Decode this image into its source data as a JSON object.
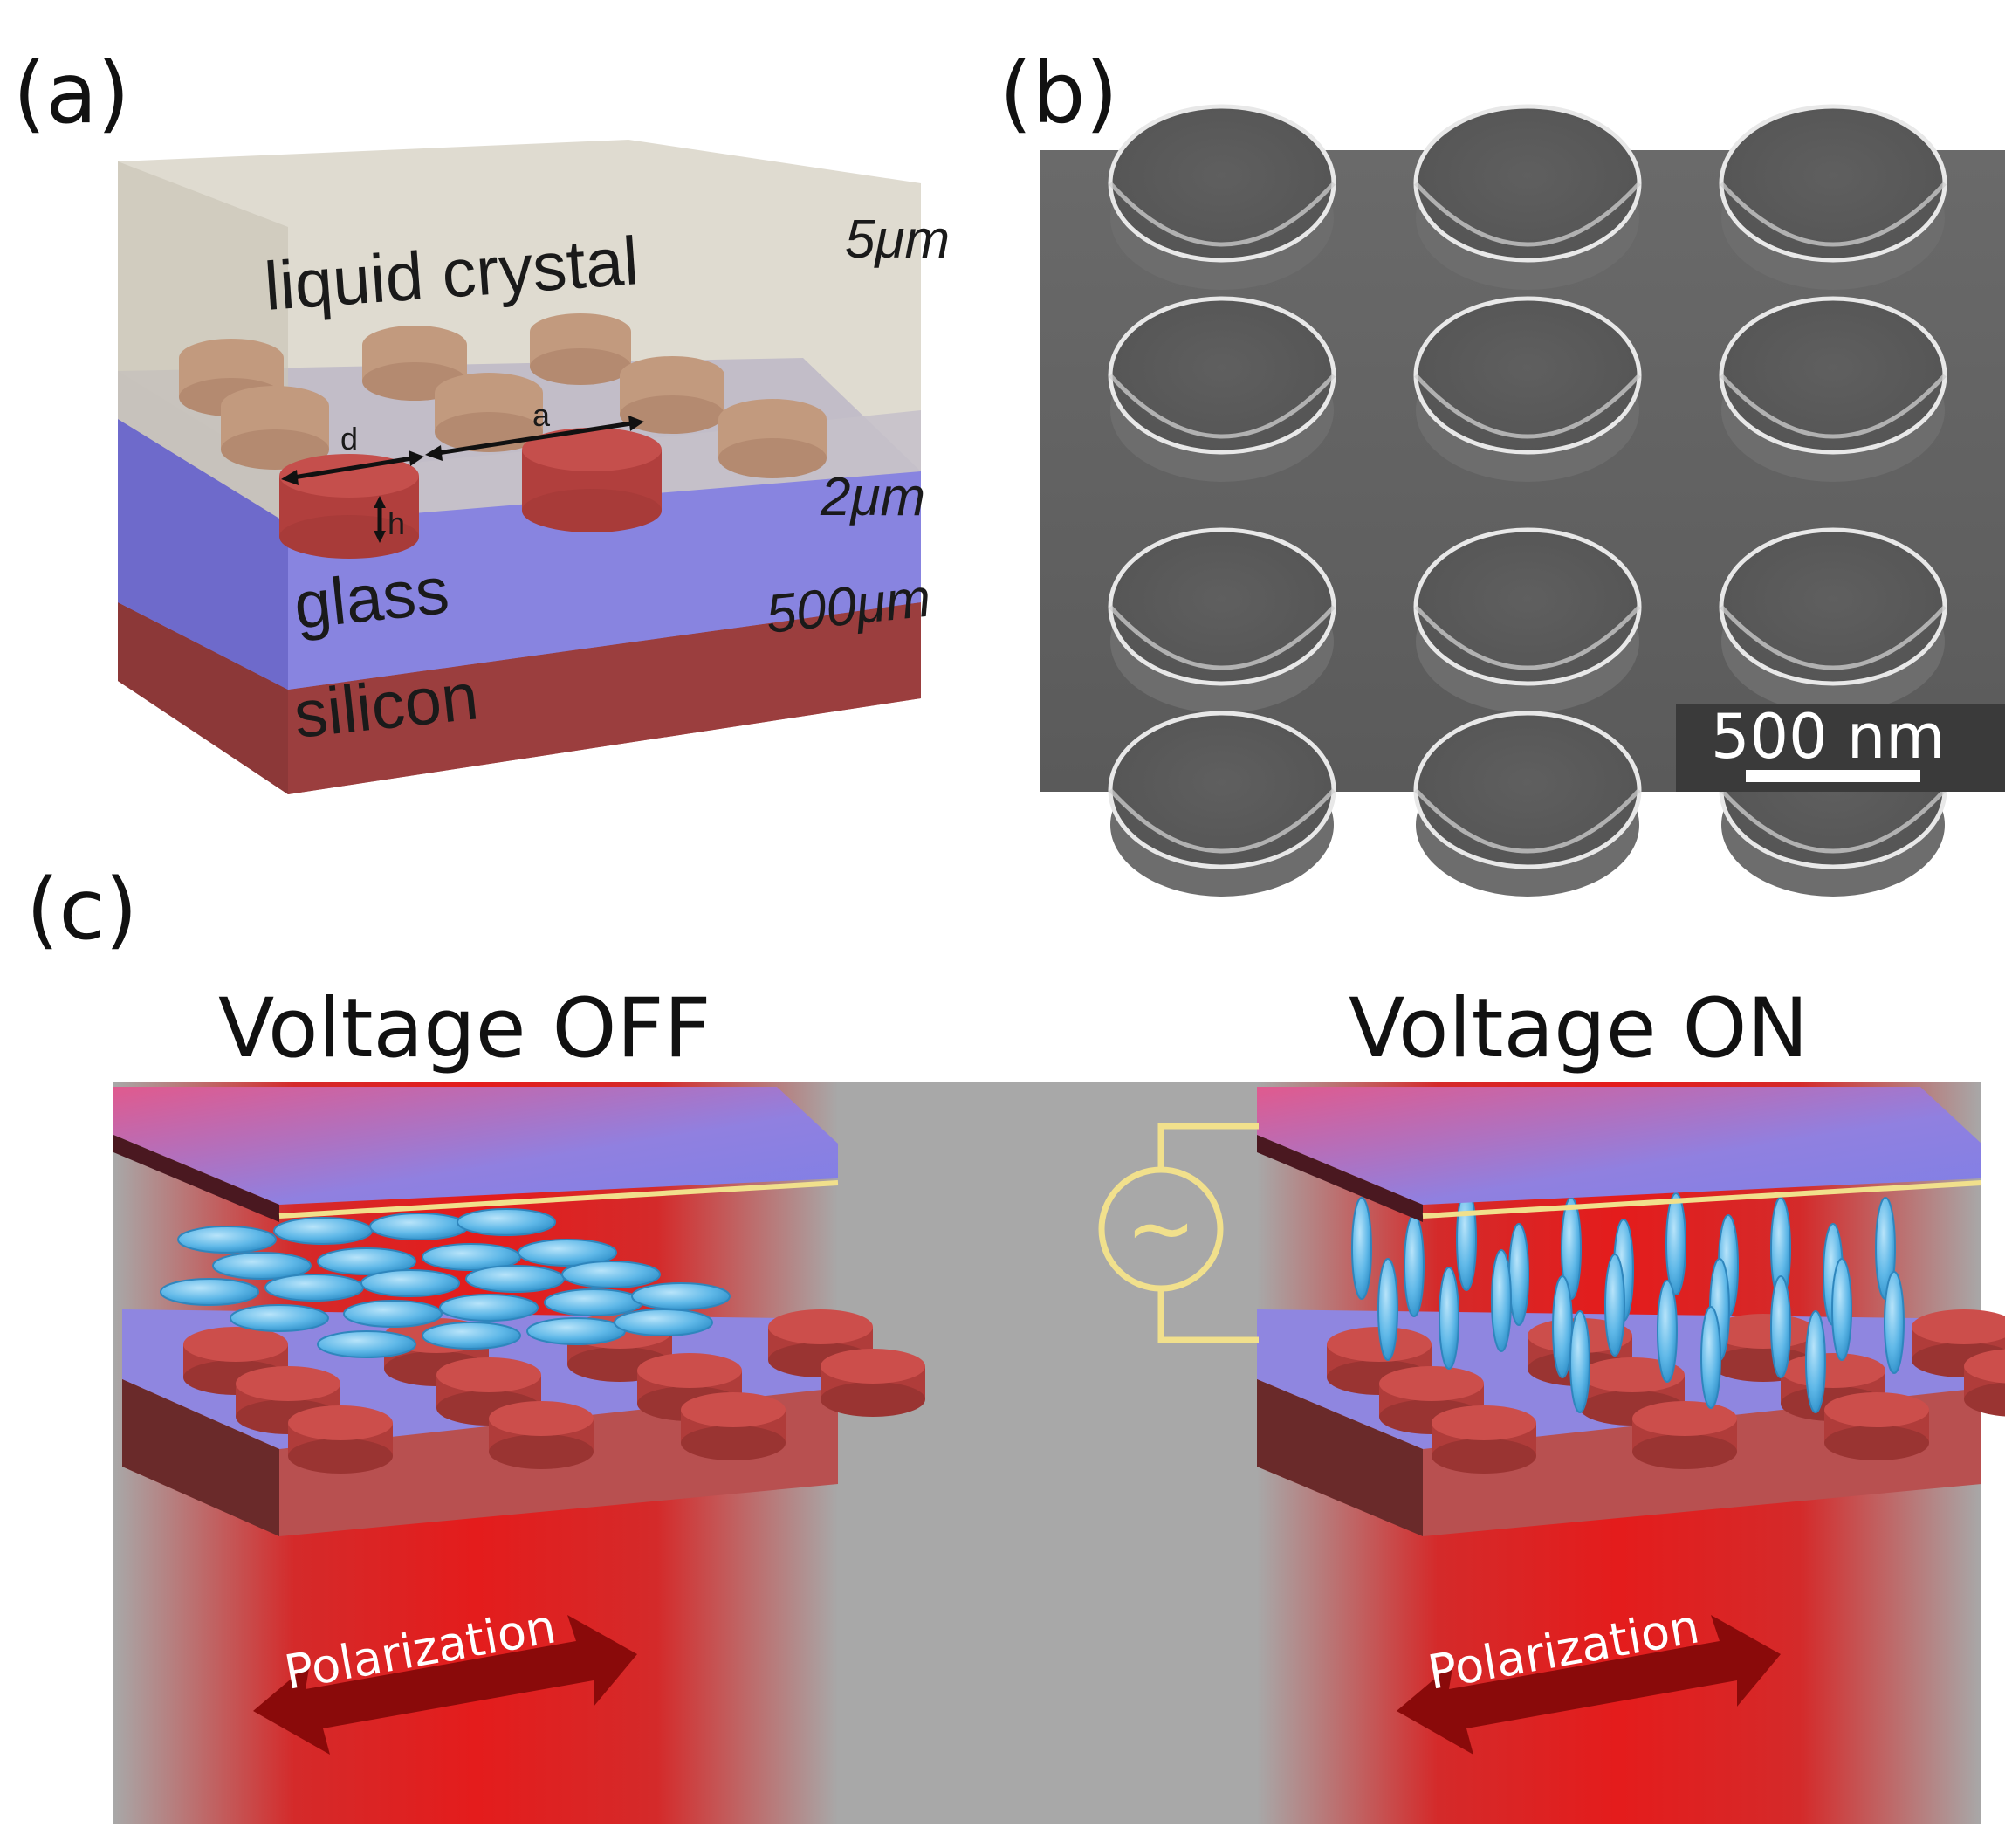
{
  "panel_a": {
    "label": "(a)",
    "layers": {
      "liquid_crystal": "liquid crystal",
      "glass": "glass",
      "silicon": "silicon"
    },
    "thicknesses": {
      "liquid_crystal": "5μm",
      "glass": "2μm",
      "silicon": "500μm"
    },
    "dimensions": {
      "diameter": "d",
      "period": "a",
      "height": "h"
    },
    "colors": {
      "lc": "#d9d5c9",
      "glass": "#7d78d8",
      "silicon": "#a94040",
      "disk": "#c24a48"
    }
  },
  "panel_b": {
    "label": "(b)",
    "scale_bar": "500 nm"
  },
  "panel_c": {
    "label": "(c)",
    "off_title": "Voltage OFF",
    "on_title": "Voltage ON",
    "polarization_label_off": "Polarization",
    "polarization_label_on": "Polarization",
    "source_symbol": "~",
    "colors": {
      "beam": "#e02424",
      "lc_molecule": "#5fb8e8",
      "wire": "#f1e08c",
      "background": "#a8a8a8"
    }
  }
}
